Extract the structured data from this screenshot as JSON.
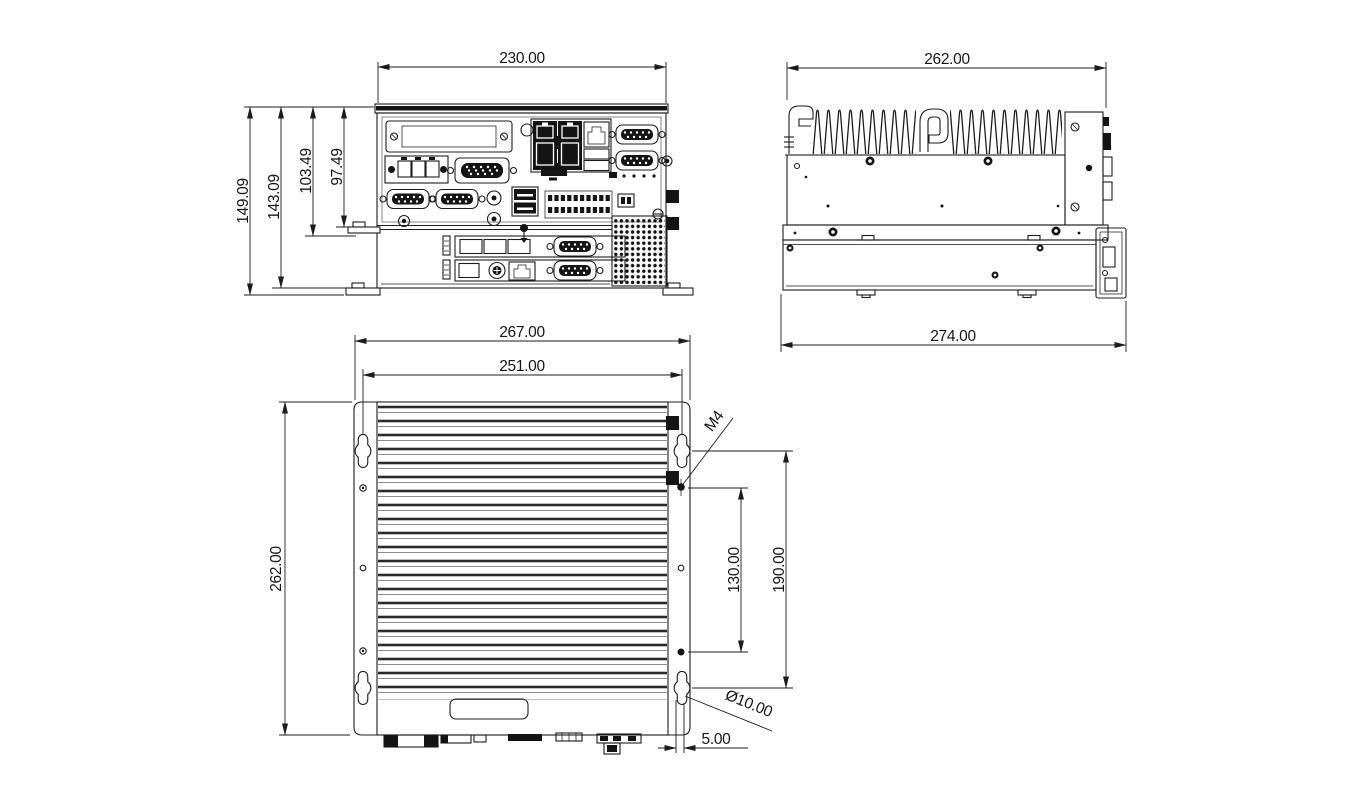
{
  "colors": {
    "background": "#ffffff",
    "line": "#1c1c1c"
  },
  "front_view": {
    "dim_width": "230.00",
    "dim_height_overall": "149.09",
    "dim_height_chassis": "143.09",
    "dim_height_upper_bracket": "103.49",
    "dim_height_upper_body": "97.49"
  },
  "side_view": {
    "dim_depth_top": "262.00",
    "dim_depth_overall": "274.00"
  },
  "top_view": {
    "dim_width_overall": "267.00",
    "dim_mount_width": "251.00",
    "dim_depth_overall": "262.00",
    "dim_hole_span_inner": "130.00",
    "dim_hole_span_outer": "190.00",
    "label_thread": "M4",
    "label_slot_dia": "Ø10.00",
    "dim_edge_gap": "5.00"
  }
}
